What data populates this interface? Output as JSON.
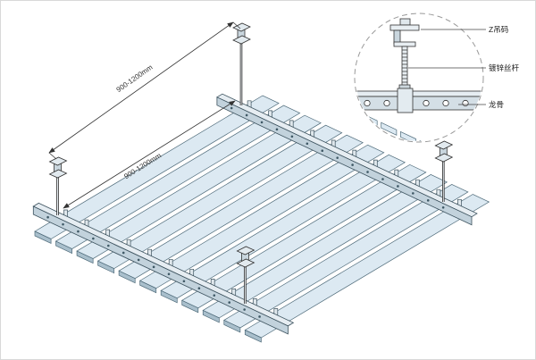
{
  "drawing": {
    "title": "suspended-linear-ceiling-installation-diagram",
    "dimension_labels": {
      "upper": "900-1200mm",
      "inner": "900-1200mm"
    },
    "detail_callouts": [
      {
        "label": "Z吊码"
      },
      {
        "label": "镀锌丝杆"
      },
      {
        "label": "龙骨"
      }
    ]
  },
  "colors": {
    "panel": "#dce9f2",
    "panel_edge": "#4f6b7a",
    "carrier": "#e6edf2",
    "carrier_front": "#c2d2dc",
    "line": "#333333",
    "detail_circle": "#999999"
  }
}
